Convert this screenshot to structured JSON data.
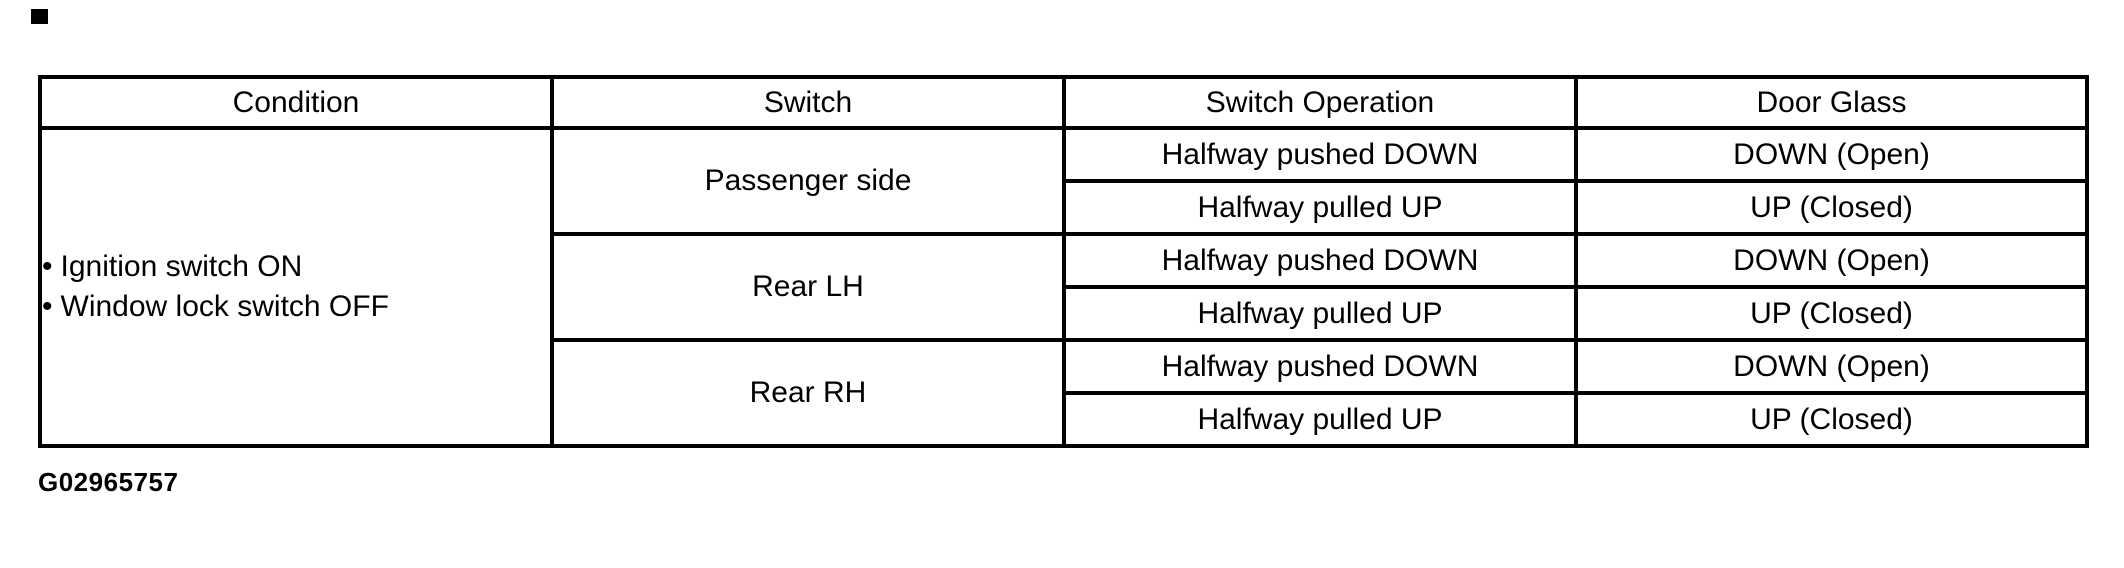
{
  "figure_code": "G02965757",
  "table": {
    "bullet": "•",
    "headers": {
      "condition": "Condition",
      "switch": "Switch",
      "switch_operation": "Switch Operation",
      "door_glass": "Door Glass"
    },
    "condition_items": [
      "Ignition switch ON",
      "Window lock switch OFF"
    ],
    "groups": [
      {
        "switch": "Passenger side",
        "rows": [
          {
            "operation": "Halfway pushed DOWN",
            "door_glass": "DOWN (Open)"
          },
          {
            "operation": "Halfway pulled UP",
            "door_glass": "UP (Closed)"
          }
        ]
      },
      {
        "switch": "Rear LH",
        "rows": [
          {
            "operation": "Halfway pushed DOWN",
            "door_glass": "DOWN (Open)"
          },
          {
            "operation": "Halfway pulled UP",
            "door_glass": "UP (Closed)"
          }
        ]
      },
      {
        "switch": "Rear RH",
        "rows": [
          {
            "operation": "Halfway pushed DOWN",
            "door_glass": "DOWN (Open)"
          },
          {
            "operation": "Halfway pulled UP",
            "door_glass": "UP (Closed)"
          }
        ]
      }
    ]
  }
}
